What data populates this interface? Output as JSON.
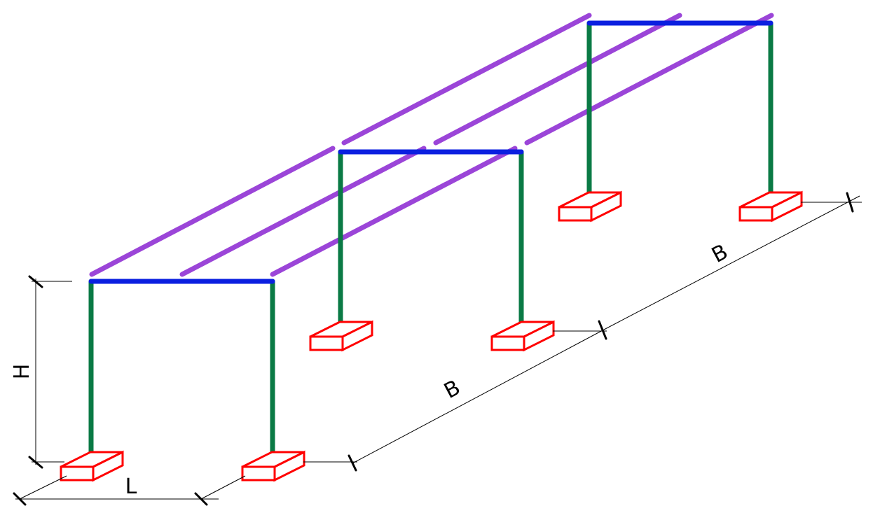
{
  "diagram": {
    "colors": {
      "column": "#0a7a45",
      "beam": "#0b1fe0",
      "purlin": "#9b45d8",
      "footing": "#ff0000",
      "dimension": "#000000"
    },
    "labels": {
      "height": "H",
      "span": "L",
      "bay_1": "B",
      "bay_2": "B"
    },
    "frames": [
      "frame-1",
      "frame-2",
      "frame-3"
    ],
    "purlin_lines": 3
  }
}
